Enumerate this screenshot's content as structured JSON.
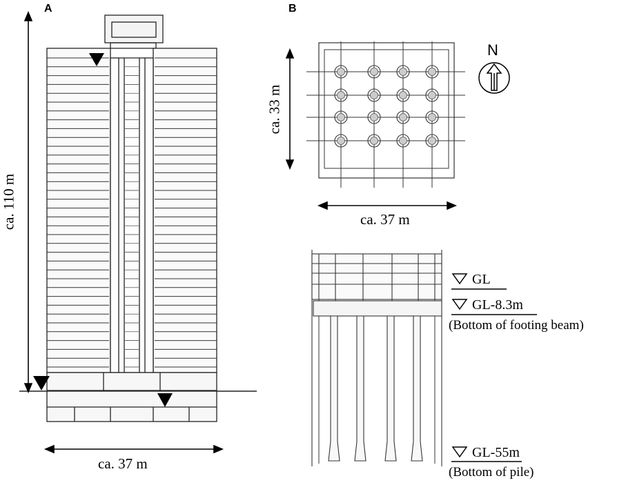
{
  "panels": {
    "a": {
      "label": "A",
      "height_dim": "ca. 110 m",
      "width_dim": "ca. 37 m"
    },
    "b": {
      "label": "B",
      "plan_height_dim": "ca. 33 m",
      "plan_width_dim": "ca. 37 m",
      "north_label": "N",
      "levels": [
        {
          "label": "GL",
          "note": ""
        },
        {
          "label": "GL-8.3m",
          "note": "(Bottom of footing beam)"
        },
        {
          "label": "GL-55m",
          "note": "(Bottom of pile)"
        }
      ]
    }
  }
}
